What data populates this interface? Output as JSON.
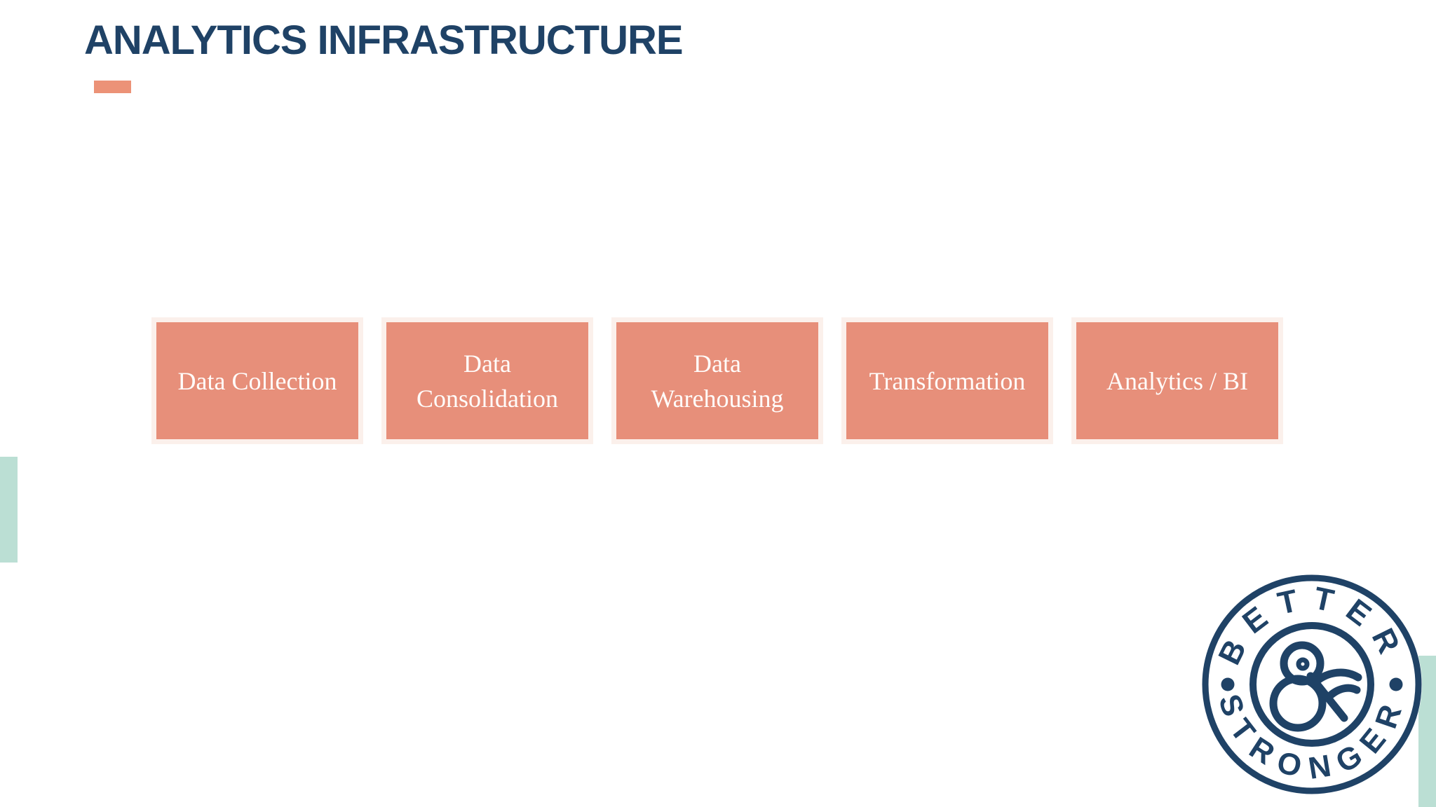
{
  "slide": {
    "title": "ANALYTICS INFRASTRUCTURE",
    "colors": {
      "navy": "#1F4266",
      "salmon": "#E78F7A",
      "accent": "#EC9277",
      "teal": "#BBDFD4"
    },
    "pipeline": {
      "steps": [
        {
          "label": "Data Collection",
          "lines": [
            "Data Collection"
          ]
        },
        {
          "label": "Data Consolidation",
          "lines": [
            "Data",
            "Consolidation"
          ]
        },
        {
          "label": "Data Warehousing",
          "lines": [
            "Data",
            "Warehousing"
          ]
        },
        {
          "label": "Transformation",
          "lines": [
            "Transformation"
          ]
        },
        {
          "label": "Analytics / BI",
          "lines": [
            "Analytics / BI"
          ]
        }
      ]
    },
    "logo": {
      "top_text": "BETTER",
      "bottom_text": "STRONGER",
      "monogram": "&"
    }
  }
}
